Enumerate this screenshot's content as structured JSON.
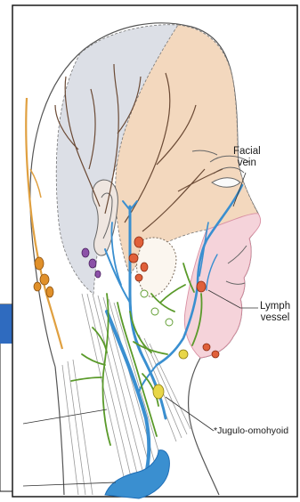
{
  "labels": {
    "facial_vein_line1": "Facial",
    "facial_vein_line2": "vein",
    "lymph_vessel_line1": "Lymph",
    "lymph_vessel_line2": "vessel",
    "jugulo_omohyoid": "*Jugulo-omohyoid"
  },
  "colors": {
    "frame_border": "#1a1a1a",
    "left_panel_blue": "#2f6bbf",
    "skin_outline": "#555555",
    "face_pink": "#e7aebb",
    "occipital_orange": "#f3d8be",
    "parietal_grey": "#dcdfe6",
    "vein_blue": "#3a8fd0",
    "vein_dark": "#1e6db5",
    "lymph_green": "#5a9a2a",
    "node_red": "#e0603a",
    "node_purple": "#8c52a8",
    "node_orange": "#e0902a",
    "node_yellow": "#e8d648",
    "muscle_grey": "#9a9a9a",
    "label_text": "#1a1a1a"
  }
}
